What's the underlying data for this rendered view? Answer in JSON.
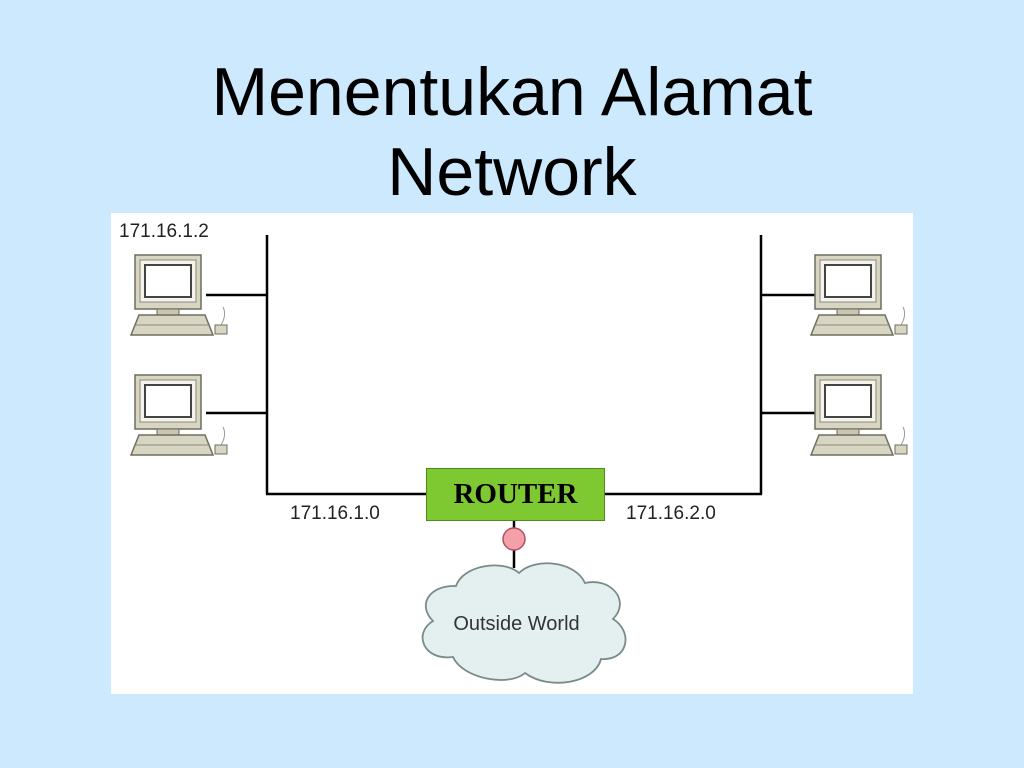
{
  "slide": {
    "title_line1": "Menentukan Alamat",
    "title_line2": "Network"
  },
  "diagram": {
    "host_address": "171.16.1.2",
    "router_label": "ROUTER",
    "network_left": "171.16.1.0",
    "network_right": "171.16.2.0",
    "cloud_label": "Outside World",
    "colors": {
      "background": "#cce9fd",
      "router_fill": "#7ec832",
      "connector": "#f4a0a8",
      "cloud_fill": "#e4f0f0",
      "computer_body": "#d8d6c2"
    }
  }
}
